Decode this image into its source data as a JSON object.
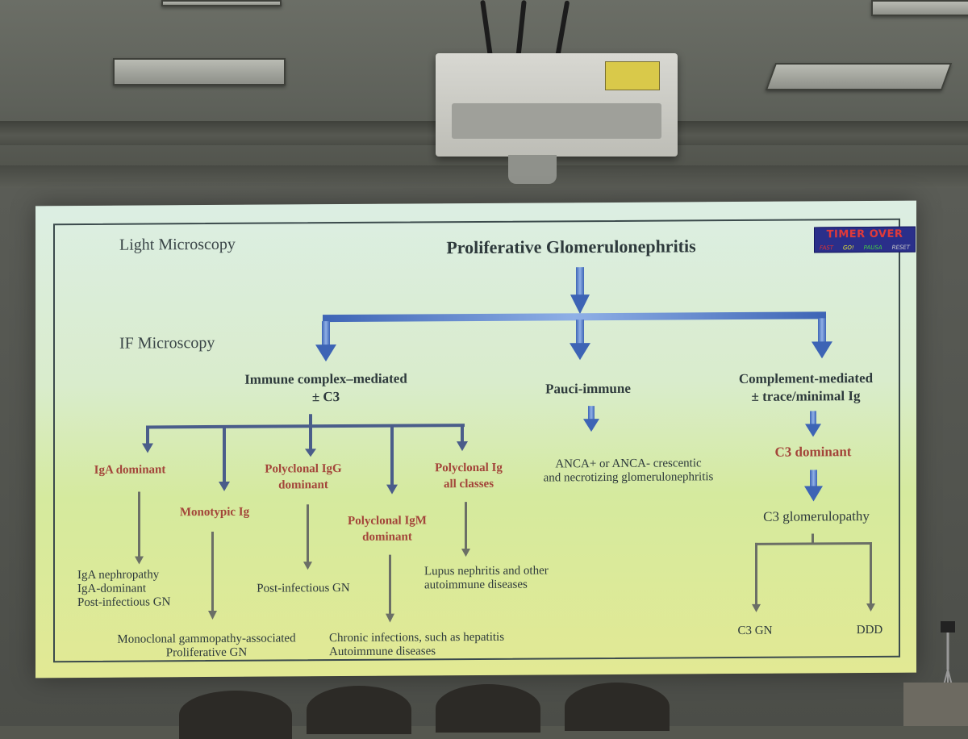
{
  "slide": {
    "labels": {
      "light_microscopy": "Light Microscopy",
      "if_microscopy": "IF Microscopy"
    },
    "title": "Proliferative Glomerulonephritis",
    "categories": {
      "immune_complex_line1": "Immune complex–mediated",
      "immune_complex_line2": "± C3",
      "pauci_immune": "Pauci-immune",
      "complement_line1": "Complement-mediated",
      "complement_line2": "± trace/minimal Ig"
    },
    "immune_complex_subtypes": {
      "iga_dominant": "IgA dominant",
      "monotypic_ig": "Monotypic Ig",
      "polyclonal_igg_line1": "Polyclonal IgG",
      "polyclonal_igg_line2": "dominant",
      "polyclonal_igm_line1": "Polyclonal IgM",
      "polyclonal_igm_line2": "dominant",
      "polyclonal_all_line1": "Polyclonal Ig",
      "polyclonal_all_line2": "all classes"
    },
    "outcomes": {
      "iga_line1": "IgA nephropathy",
      "iga_line2": "IgA-dominant",
      "iga_line3": "Post-infectious GN",
      "monotypic_line1": "Monoclonal gammopathy-associated",
      "monotypic_line2": "Proliferative GN",
      "igg": "Post-infectious GN",
      "igm_line1": "Chronic infections, such as hepatitis",
      "igm_line2": "Autoimmune diseases",
      "all_classes_line1": "Lupus nephritis and other",
      "all_classes_line2": "autoimmune diseases",
      "pauci_line1": "ANCA+ or ANCA- crescentic",
      "pauci_line2": "and necrotizing glomerulonephritis"
    },
    "complement_branch": {
      "c3_dominant": "C3 dominant",
      "c3_glomerulopathy": "C3 glomerulopathy",
      "c3_gn": "C3 GN",
      "ddd": "DDD"
    },
    "timer": {
      "title": "TIMER OVER",
      "buttons": [
        "FAST",
        "GO!",
        "PAUSA",
        "RESET"
      ]
    }
  },
  "colors": {
    "arrow_blue": "#4f7bc9",
    "red_text": "#a3453a",
    "dark_text": "#2e3a3c",
    "connector": "#4a5d8a"
  }
}
